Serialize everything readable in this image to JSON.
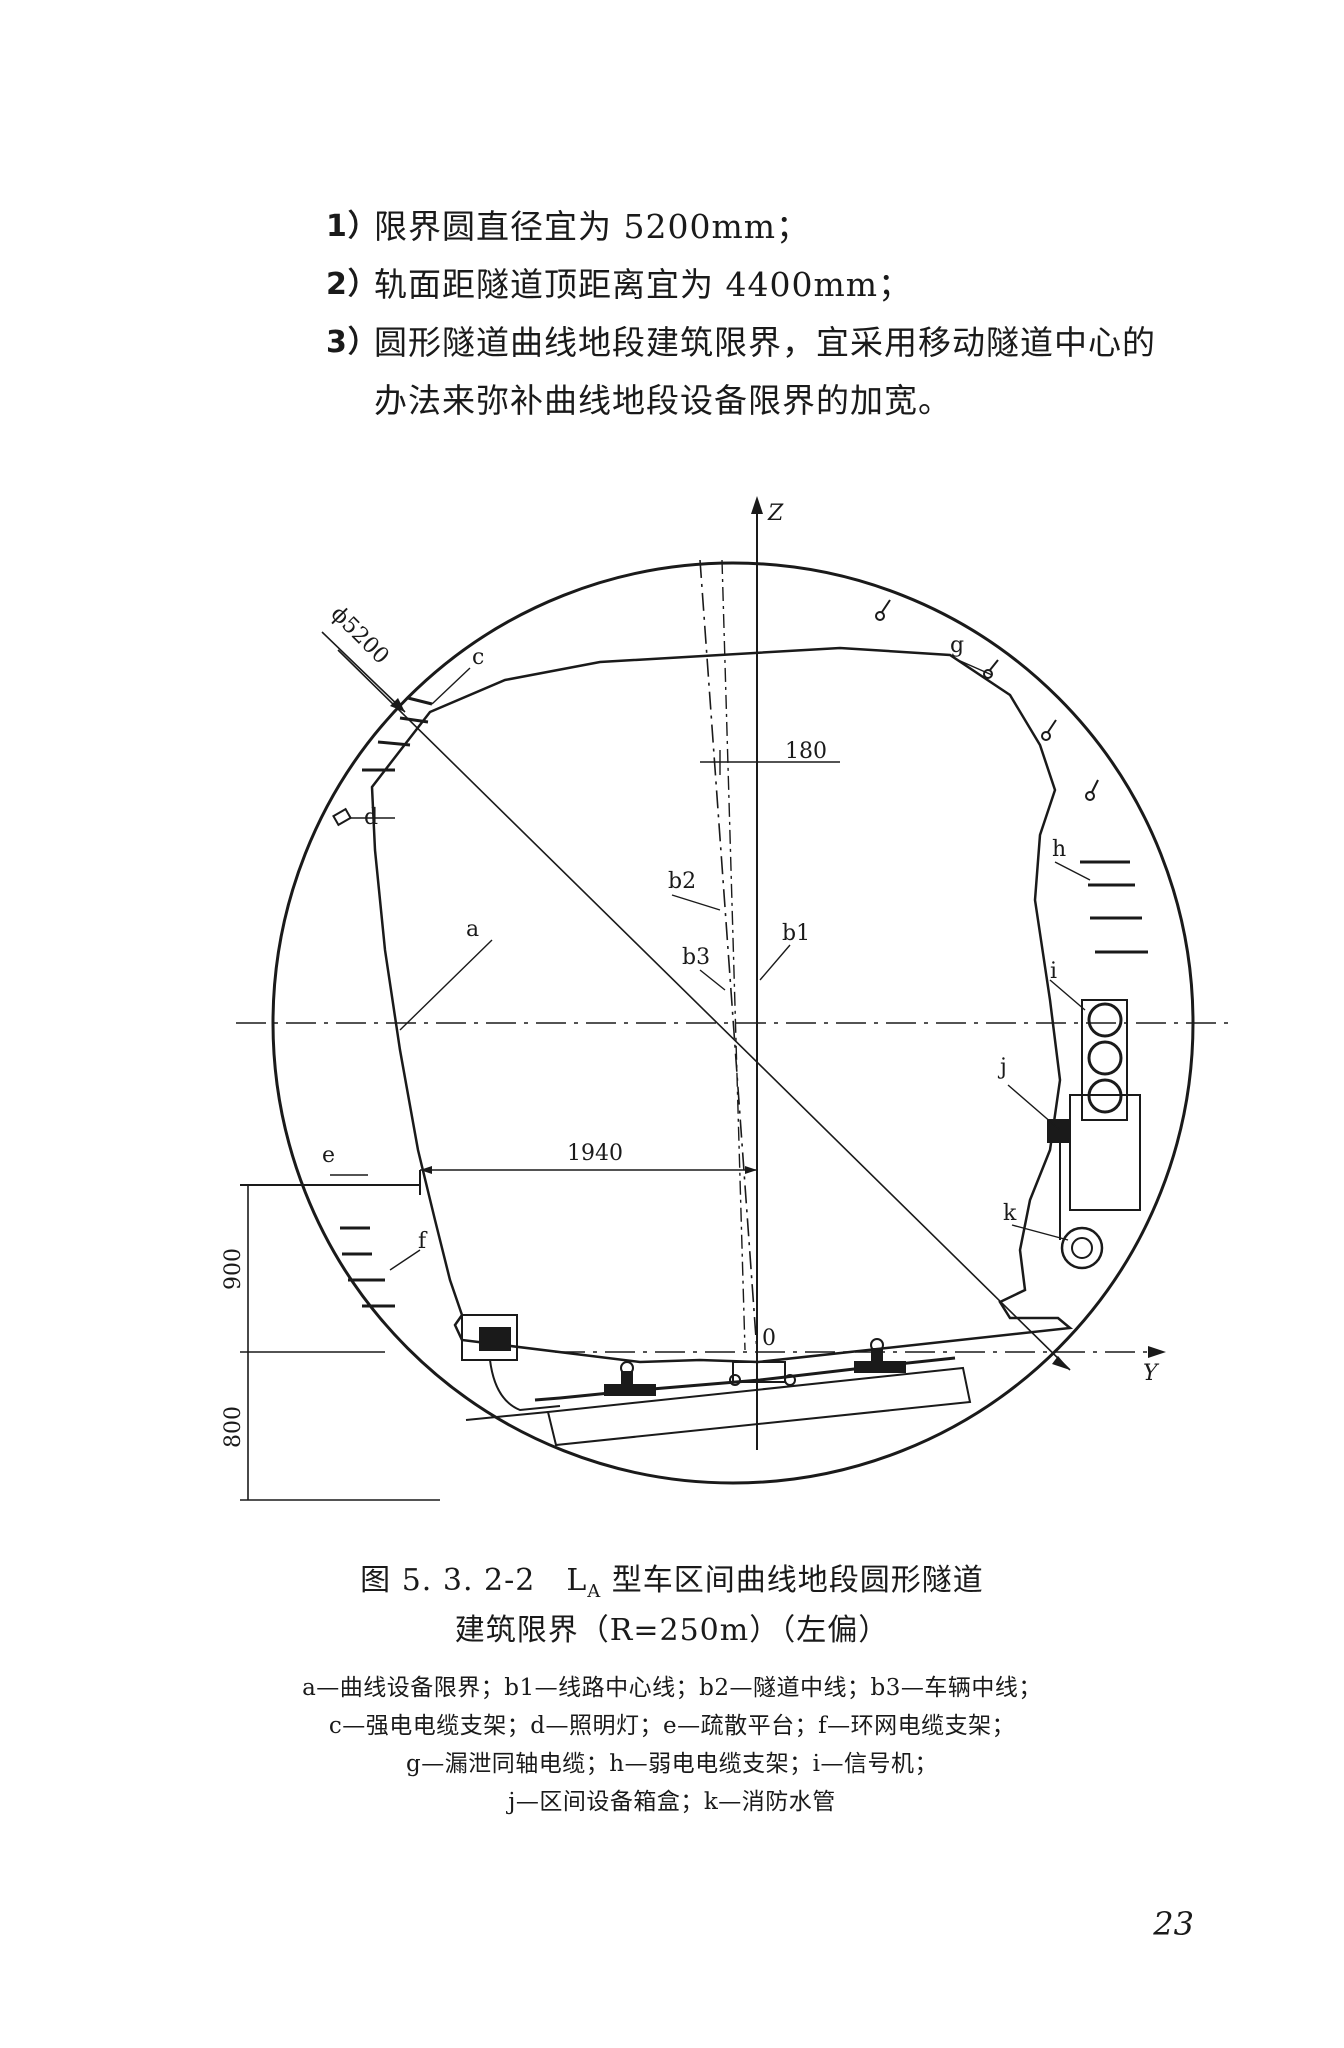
{
  "list": [
    {
      "num": "1）",
      "text": "限界圆直径宜为 5200mm；"
    },
    {
      "num": "2）",
      "text": "轨面距隧道顶距离宜为 4400mm；"
    },
    {
      "num": "3）",
      "text": "圆形隧道曲线地段建筑限界，宜采用移动隧道中心的",
      "cont": "办法来弥补曲线地段设备限界的加宽。"
    }
  ],
  "figure": {
    "labels": {
      "z": "Z",
      "y": "Y",
      "origin": "0",
      "diameter": "ϕ5200",
      "a": "a",
      "b1": "b1",
      "b2": "b2",
      "b3": "b3",
      "c": "c",
      "d": "d",
      "e": "e",
      "f": "f",
      "g": "g",
      "h": "h",
      "i": "i",
      "j": "j",
      "k": "k"
    },
    "dimensions": {
      "offset": "180",
      "half_width": "1940",
      "platform_height": "900",
      "rail_depth": "800"
    }
  },
  "caption": {
    "line1_pre": "图 5. 3. 2-2　L",
    "line1_sub": "A",
    "line1_post": " 型车区间曲线地段圆形隧道",
    "line2": "建筑限界（R=250m）（左偏）"
  },
  "legend": [
    "a—曲线设备限界；b1—线路中心线；b2—隧道中线；b3—车辆中线；",
    "c—强电电缆支架；d—照明灯；e—疏散平台；f—环网电缆支架；",
    "g—漏泄同轴电缆；h—弱电电缆支架；i—信号机；",
    "j—区间设备箱盒；k—消防水管"
  ],
  "page_number": "23"
}
